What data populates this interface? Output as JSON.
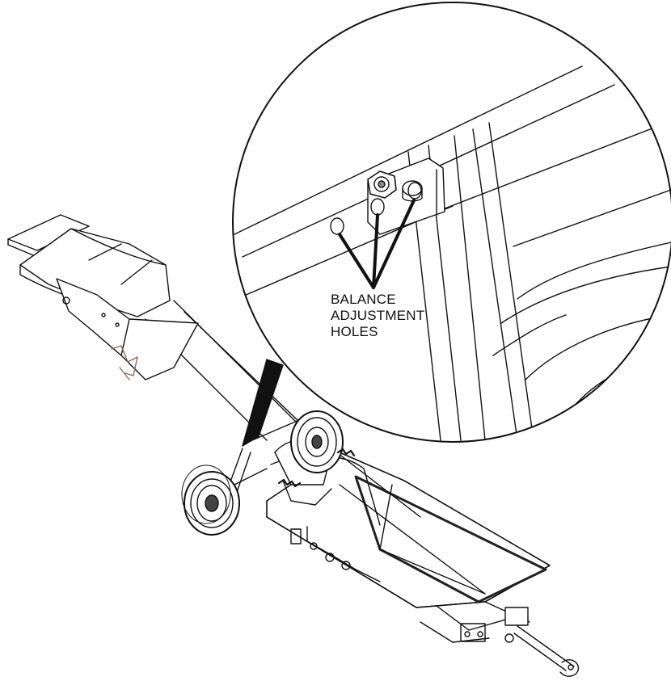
{
  "callout": {
    "lines": [
      "BALANCE",
      "ADJUSTMENT",
      "HOLES"
    ]
  },
  "colors": {
    "line": "#111111",
    "background": "#ffffff",
    "hitch_accent": "#8a6a5a"
  }
}
